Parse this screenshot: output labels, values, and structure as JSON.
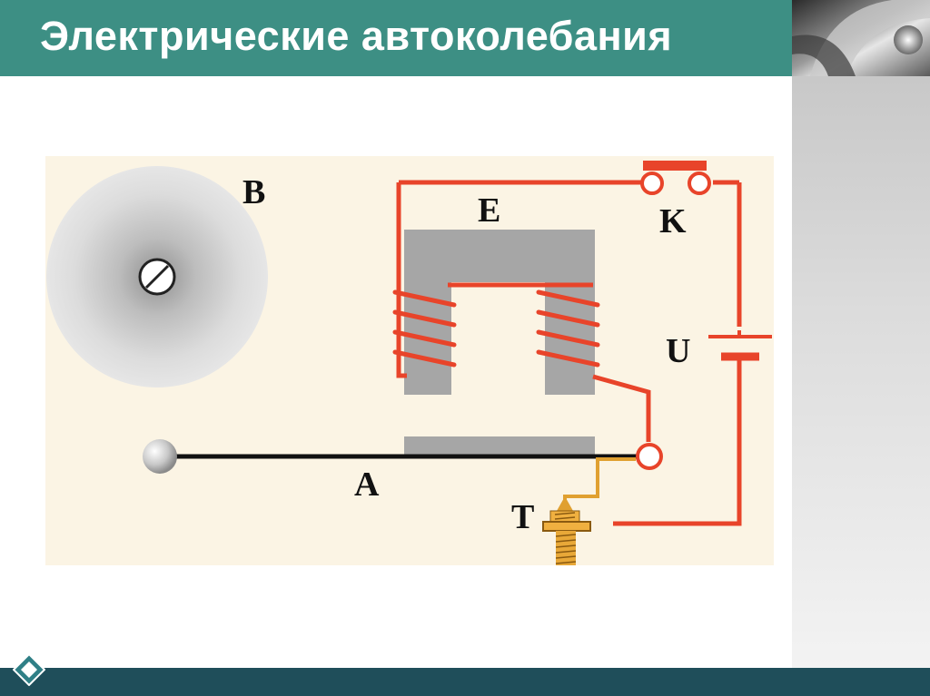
{
  "slide": {
    "title": "Электрические автоколебания"
  },
  "diagram": {
    "labels": {
      "bell": "B",
      "electromagnet": "E",
      "key": "K",
      "source": "U",
      "armature": "A",
      "contact_screw": "T"
    }
  },
  "colors": {
    "header": "#3d8f84",
    "footer": "#1f4e5a",
    "wire": "#e8442a",
    "core": "#a6a6a6",
    "diagram_bg": "#fbf4e4",
    "contact": "#e0a030"
  }
}
